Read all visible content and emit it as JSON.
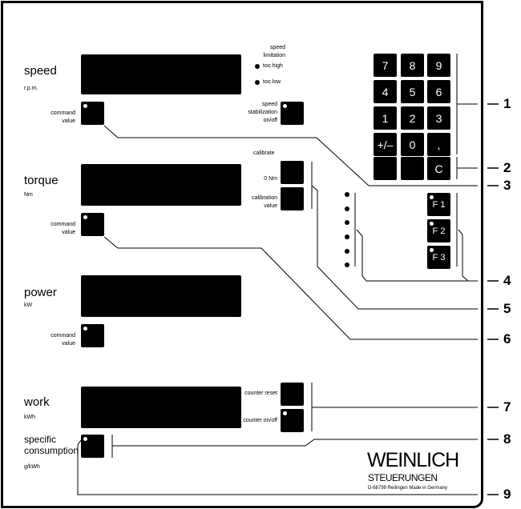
{
  "speed": {
    "label": "speed",
    "unit": "r.p.m.",
    "command": "command value",
    "limitation": "speed limitation",
    "too_high": "too high",
    "too_low": "too low",
    "stabilization": "speed stabilization on/off"
  },
  "torque": {
    "label": "torque",
    "unit": "Nm",
    "command": "command value",
    "calibrate": "calibrate",
    "zero": "0 Nm",
    "calibration_value": "calibration value"
  },
  "power": {
    "label": "power",
    "unit": "kW",
    "command": "command value"
  },
  "work": {
    "label": "work",
    "unit": "kWh",
    "counter_reset": "counter reset",
    "counter_onoff": "counter on/off"
  },
  "specific": {
    "label": "specific consumption",
    "unit": "g/kWh"
  },
  "keypad": [
    "7",
    "8",
    "9",
    "4",
    "5",
    "6",
    "1",
    "2",
    "3",
    "+/–",
    "0",
    ",",
    "",
    "",
    "C"
  ],
  "fkeys": [
    "F 1",
    "F 2",
    "F 3"
  ],
  "logo": {
    "name": "WEINLICH",
    "sub": "STEUERUNGEN",
    "address": "D-68799 Reilingen   Made in Germany"
  },
  "callouts": [
    "1",
    "2",
    "3",
    "4",
    "5",
    "6",
    "7",
    "8",
    "9"
  ]
}
